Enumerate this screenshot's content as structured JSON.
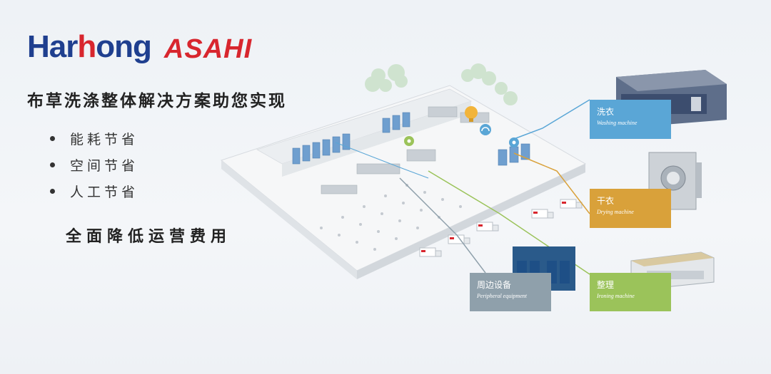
{
  "brand": {
    "logo_part1": "Har",
    "logo_part2": "h",
    "logo_part3": "ong",
    "logo2": "ASAHI"
  },
  "headline": "布草洗涤整体解决方案助您实现",
  "benefits": [
    "能耗节省",
    "空间节省",
    "人工节省"
  ],
  "slogan": "全面降低运营费用",
  "labels": {
    "washing": {
      "cn": "洗衣",
      "en": "Washing machine",
      "color": "#5aa6d6"
    },
    "drying": {
      "cn": "干衣",
      "en": "Drying machine",
      "color": "#d9a13a"
    },
    "peripheral": {
      "cn": "周边设备",
      "en": "Peripheral equipment",
      "color": "#8fa0ab"
    },
    "ironing": {
      "cn": "整理",
      "en": "Ironing machine",
      "color": "#9bc35a"
    }
  },
  "colors": {
    "brand_blue": "#1f3f8f",
    "brand_red": "#d8262e"
  },
  "icons": [
    "lightbulb-icon",
    "gauge-icon",
    "location-pin-icon"
  ]
}
